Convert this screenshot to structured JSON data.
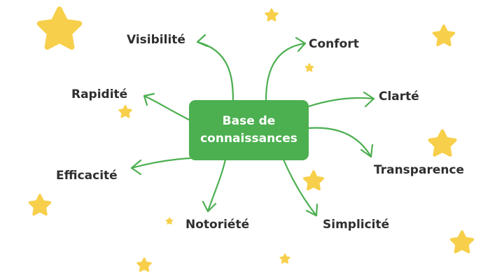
{
  "colors": {
    "arrow": "#4caf50",
    "center_fill": "#4caf50",
    "center_text": "#ffffff",
    "label_text": "#2f2f2f",
    "star": "#f7cf4a"
  },
  "center": {
    "line1": "Base de",
    "line2": "connaissances"
  },
  "branches": {
    "visibilite": "Visibilité",
    "confort": "Confort",
    "rapidite": "Rapidité",
    "clarte": "Clarté",
    "efficacite": "Efficacité",
    "transparence": "Transparence",
    "notoriete": "Notoriété",
    "simplicite": "Simplicité"
  },
  "decoration": {
    "icon": "star-icon"
  }
}
